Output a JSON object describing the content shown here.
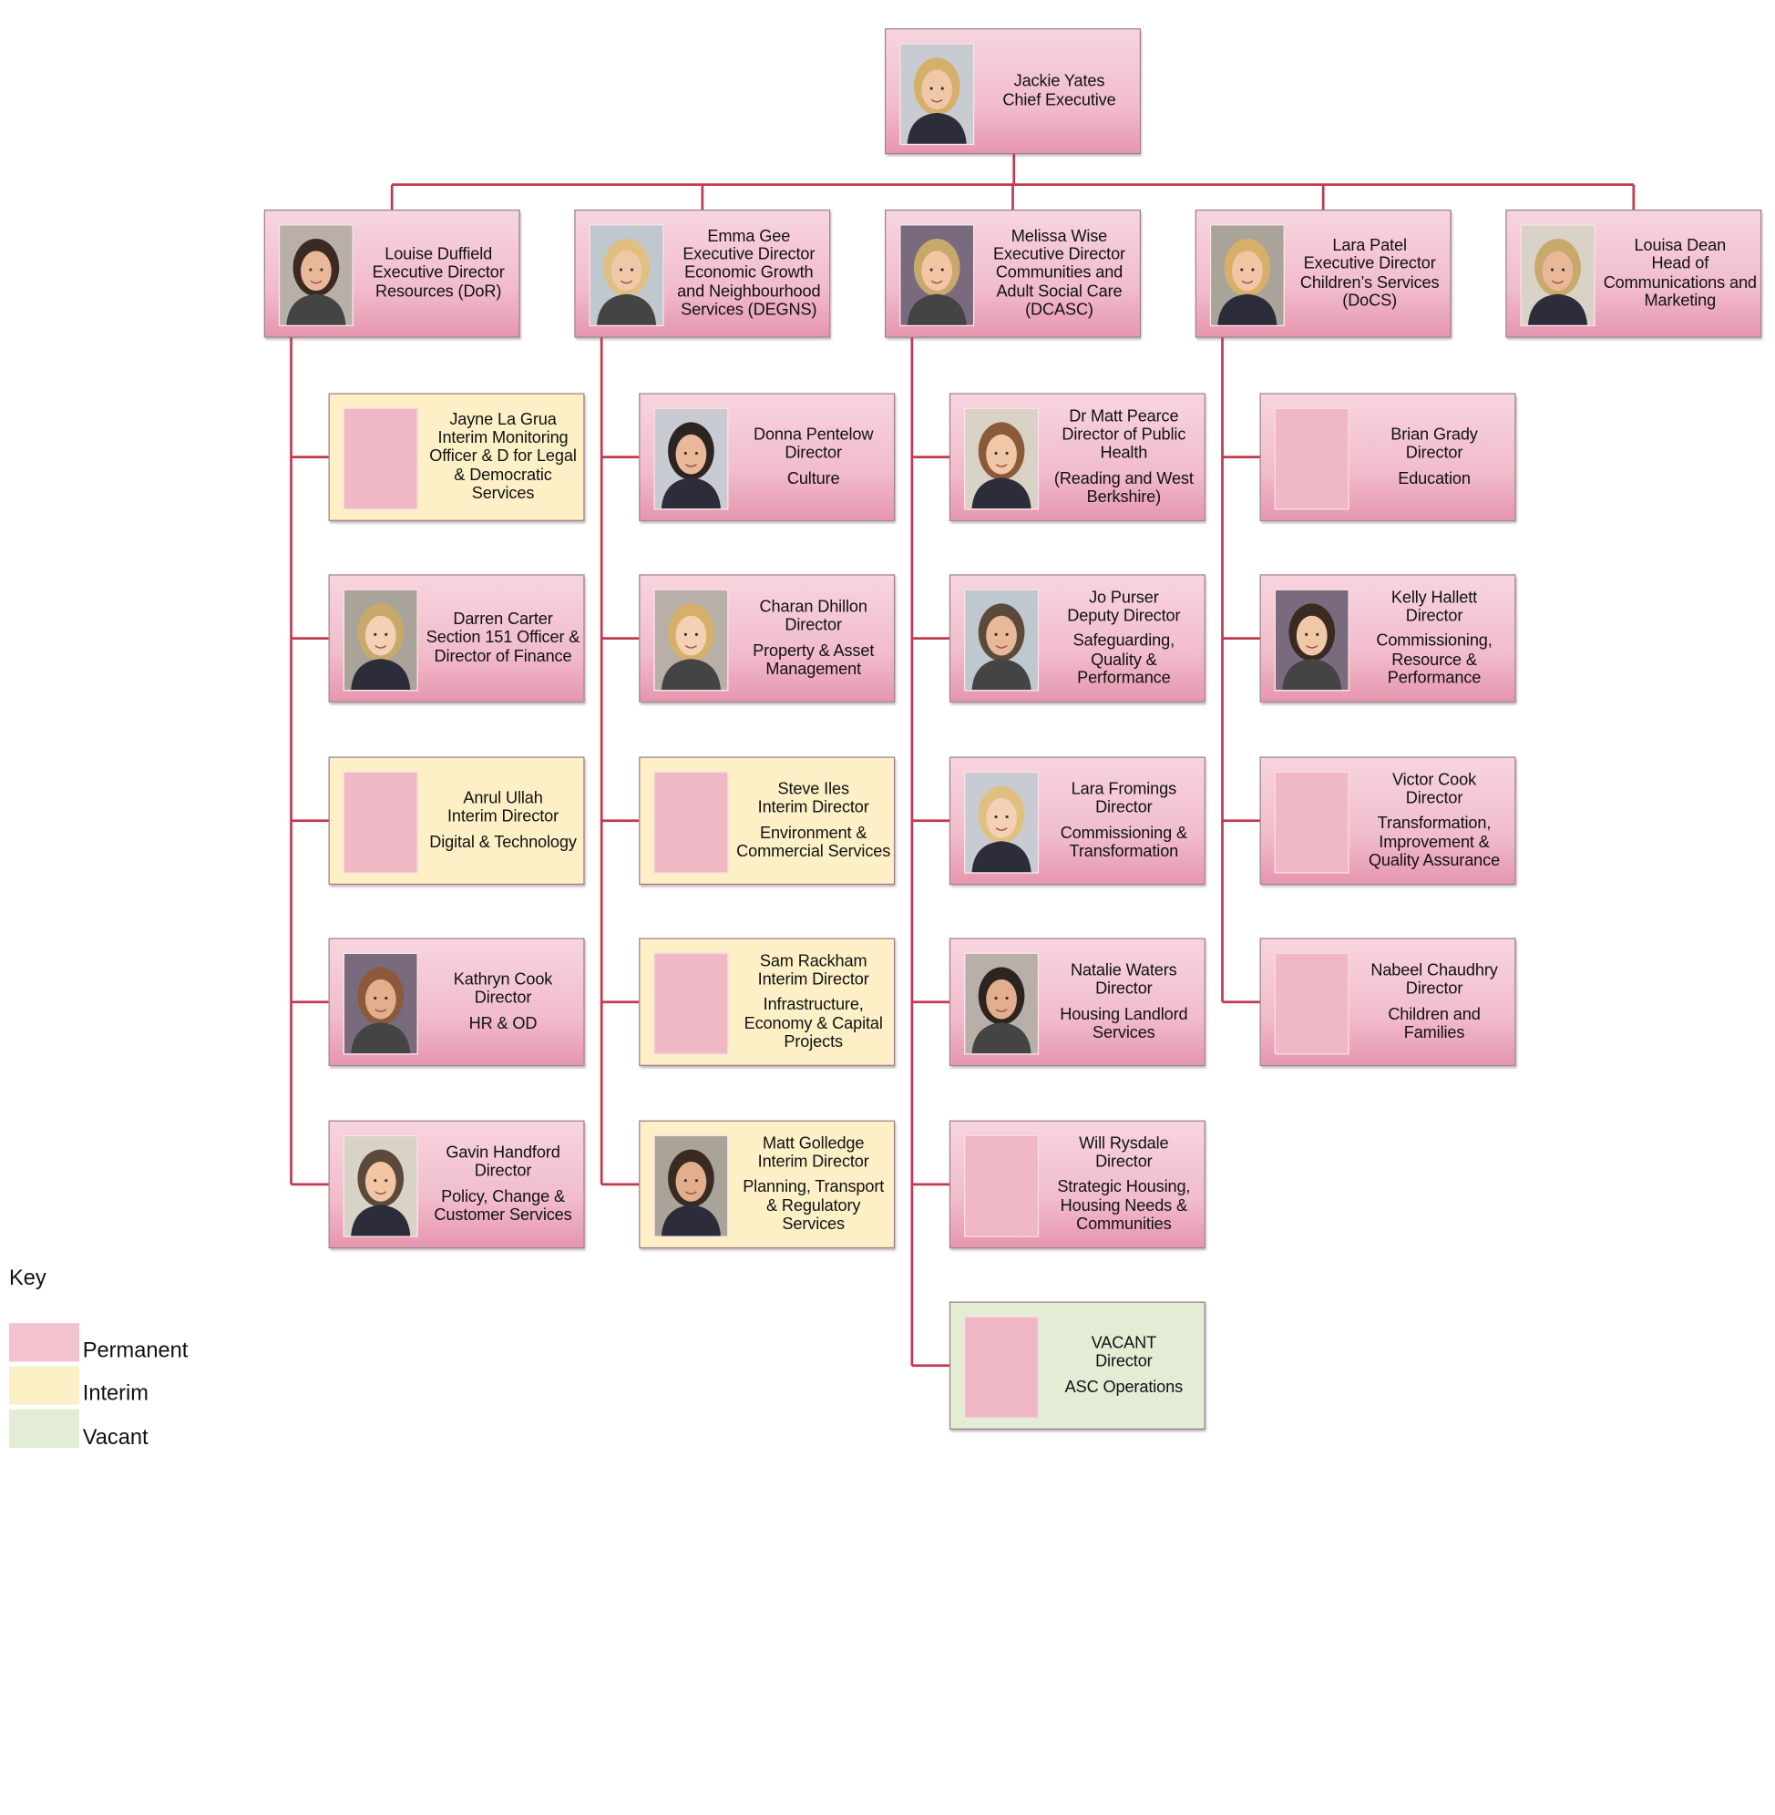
{
  "colors": {
    "connector": "#c0394f",
    "permanent": "#f3c3d0",
    "interim": "#fdf0c6",
    "vacant": "#e3edd5"
  },
  "chief": {
    "name": "Jackie Yates",
    "role": "Chief Executive",
    "status": "permanent",
    "photo": "person-photo"
  },
  "directorates": [
    {
      "id": "dor",
      "status": "permanent",
      "photo": "person-photo",
      "lines": [
        "Louise Duffield",
        "Executive Director",
        "Resources (DoR)"
      ],
      "reports": [
        {
          "name": "Jayne La Grua",
          "role": "Interim Monitoring Officer & D for Legal & Democratic Services",
          "dept": "",
          "status": "interim",
          "photo": ""
        },
        {
          "name": "Darren Carter",
          "role": "Section 151 Officer & Director of Finance",
          "dept": "",
          "status": "permanent",
          "photo": "person-photo"
        },
        {
          "name": "Anrul Ullah",
          "role": "Interim Director",
          "dept": "Digital & Technology",
          "status": "interim",
          "photo": ""
        },
        {
          "name": "Kathryn Cook",
          "role": "Director",
          "dept": "HR & OD",
          "status": "permanent",
          "photo": "person-photo"
        },
        {
          "name": "Gavin Handford",
          "role": "Director",
          "dept": "Policy, Change & Customer Services",
          "status": "permanent",
          "photo": "person-photo"
        }
      ]
    },
    {
      "id": "degns",
      "status": "permanent",
      "photo": "person-photo",
      "lines": [
        "Emma Gee",
        "Executive Director",
        "Economic Growth and Neighbourhood Services (DEGNS)"
      ],
      "reports": [
        {
          "name": "Donna Pentelow",
          "role": "Director",
          "dept": "Culture",
          "status": "permanent",
          "photo": "person-photo"
        },
        {
          "name": "Charan Dhillon",
          "role": "Director",
          "dept": "Property & Asset Management",
          "status": "permanent",
          "photo": "person-photo"
        },
        {
          "name": "Steve Iles",
          "role": "Interim Director",
          "dept": "Environment & Commercial Services",
          "status": "interim",
          "photo": ""
        },
        {
          "name": "Sam Rackham",
          "role": "Interim Director",
          "dept": "Infrastructure, Economy & Capital Projects",
          "status": "interim",
          "photo": ""
        },
        {
          "name": "Matt Golledge",
          "role": "Interim Director",
          "dept": "Planning, Transport & Regulatory Services",
          "status": "interim",
          "photo": "person-photo"
        }
      ]
    },
    {
      "id": "dcasc",
      "status": "permanent",
      "photo": "person-photo",
      "lines": [
        "Melissa Wise",
        "Executive Director",
        "Communities and Adult Social Care (DCASC)"
      ],
      "reports": [
        {
          "name": "Dr Matt Pearce",
          "role": "Director of Public Health",
          "dept": "(Reading and West Berkshire)",
          "status": "permanent",
          "photo": "person-photo"
        },
        {
          "name": "Jo Purser",
          "role": "Deputy Director",
          "dept": "Safeguarding, Quality & Performance",
          "status": "permanent",
          "photo": "person-photo"
        },
        {
          "name": "Lara Fromings",
          "role": "Director",
          "dept": "Commissioning & Transformation",
          "status": "permanent",
          "photo": "person-photo"
        },
        {
          "name": "Natalie Waters",
          "role": "Director",
          "dept": "Housing Landlord Services",
          "status": "permanent",
          "photo": "person-photo"
        },
        {
          "name": "Will Rysdale",
          "role": "Director",
          "dept": "Strategic Housing, Housing Needs & Communities",
          "status": "permanent",
          "photo": ""
        },
        {
          "name": "VACANT",
          "role": "Director",
          "dept": "ASC Operations",
          "status": "vacant",
          "photo": ""
        }
      ]
    },
    {
      "id": "docs",
      "status": "permanent",
      "photo": "person-photo",
      "lines": [
        "Lara Patel",
        "Executive Director",
        "Children’s Services",
        "(DoCS)"
      ],
      "reports": [
        {
          "name": "Brian Grady",
          "role": "Director",
          "dept": "Education",
          "status": "permanent",
          "photo": ""
        },
        {
          "name": "Kelly Hallett",
          "role": "Director",
          "dept": "Commissioning, Resource & Performance",
          "status": "permanent",
          "photo": "person-photo"
        },
        {
          "name": "Victor Cook",
          "role": "Director",
          "dept": "Transformation, Improvement & Quality Assurance",
          "status": "permanent",
          "photo": ""
        },
        {
          "name": "Nabeel Chaudhry",
          "role": "Director",
          "dept": "Children and Families",
          "status": "permanent",
          "photo": ""
        }
      ]
    },
    {
      "id": "comms",
      "status": "permanent",
      "photo": "person-photo",
      "lines": [
        "Louisa Dean",
        "Head of Communications and Marketing"
      ],
      "reports": []
    }
  ],
  "key": {
    "title": "Key",
    "items": [
      {
        "label": "Permanent",
        "status": "permanent"
      },
      {
        "label": "Interim",
        "status": "interim"
      },
      {
        "label": "Vacant",
        "status": "vacant"
      }
    ]
  }
}
